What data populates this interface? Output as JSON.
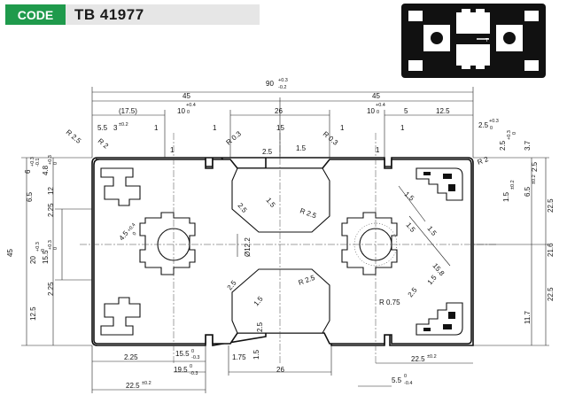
{
  "header": {
    "code_label": "CODE",
    "code_value": "TB 41977"
  },
  "dimensions": {
    "overall_width": "90",
    "overall_width_tol_upper": "+0.3",
    "overall_width_tol_lower": "-0.2",
    "half_width_left": "45",
    "half_width_right": "45",
    "height_total": "45",
    "ref_17_5": "(17.5)",
    "slot_width_left": "10",
    "slot_tol_left_upper": "+0.4",
    "slot_tol_left_lower": "0",
    "center_26_top": "26",
    "slot_width_right": "10",
    "slot_tol_right_upper": "+0.4",
    "slot_tol_right_lower": "0",
    "dim_5": "5",
    "dim_12_5_top": "12.5",
    "dim_5_5": "5.5",
    "dim_3": "3",
    "dim_3_tol": "±0.2",
    "dim_1_a": "1",
    "dim_1_b": "1",
    "dim_1_c": "1",
    "dim_1_d": "1",
    "dim_1_e": "1",
    "dim_1_f": "1",
    "dim_15_top": "15",
    "dim_1_5_top": "1.5",
    "dim_2_5_top": "2.5",
    "r_2_5_left": "R 2.5",
    "r_2": "R 2",
    "r_0_3_a": "R 0.3",
    "r_0_3_b": "R 0.3",
    "dim_2_5_right": "2.5",
    "dim_2_5_right_tol_upper": "+0.3",
    "dim_2_5_right_tol_lower": "0",
    "dim_2_5_v": "2.5",
    "dim_2_5_v_tol_upper": "+0.3",
    "dim_2_5_v_tol_lower": "0",
    "dim_3_7": "3.7",
    "dim_2_5_vr": "2.5",
    "r_2_right": "R 2",
    "dim_6": "6",
    "dim_6_tol_upper": "+0.3",
    "dim_6_tol_lower": "-0.1",
    "dim_4_8": "4.8",
    "dim_4_8_tol_upper": "+0.3",
    "dim_4_8_tol_lower": "0",
    "dim_6_5_left": "6.5",
    "dim_12_left": "12",
    "dim_2_25_a": "2.25",
    "dim_2_25_b": "2.25",
    "dim_20": "20",
    "dim_20_tol_upper": "+0.3",
    "dim_20_tol_lower": "0",
    "dim_15_5_v": "15.5",
    "dim_15_5_v_tol_upper": "+0.3",
    "dim_15_5_v_tol_lower": "0",
    "dim_12_5_left": "12.5",
    "dim_4_5": "4.5",
    "dim_4_5_tol_upper": "+0.4",
    "dim_4_5_tol_lower": "0",
    "dim_2_5_diag_a": "2.5",
    "dim_1_5_diag_a": "1.5",
    "r_2_5_mid": "R 2.5",
    "dim_1_5_s": "1.5",
    "dim_1_5_r": "1.5",
    "dim_1_5_r_tol": "±0.2",
    "dim_6_5_right": "6.5",
    "dim_6_5_right_tol": "±0.2",
    "dim_1_5_diag_b": "1.5",
    "dim_1_5_diag_c": "1.5",
    "dim_1_5_diag_d": "1.5",
    "dim_22_5_a": "22.5",
    "dim_21_6": "21.6",
    "dim_22_5_b": "22.5",
    "dim_11_7": "11.7",
    "dia_12_2": "Ø12.2",
    "dim_2_5_d": "2.5",
    "dim_15_8": "15.8",
    "dim_2_5_e": "2.5",
    "r_2_5_low": "R 2.5",
    "dim_1_5_low": "1.5",
    "r_0_75": "R 0.75",
    "dim_2_5_low_diag": "2.5",
    "dim_2_25_bottom": "2.25",
    "dim_15_5_bottom": "15.5",
    "dim_15_5_tol_upper": "0",
    "dim_15_5_tol_lower": "-0.3",
    "dim_1_75": "1.75",
    "dim_1_5_bottom": "1.5",
    "dim_19_5": "19.5",
    "dim_19_5_tol_upper": "0",
    "dim_19_5_tol_lower": "-0.3",
    "center_26_bottom": "26",
    "dim_22_5_bottom_right": "22.5",
    "dim_22_5_bottom_right_tol": "±0.2",
    "dim_22_5_bottom_left": "22.5",
    "dim_22_5_bottom_left_tol": "±0.2",
    "dim_5_5_bottom": "5.5",
    "dim_5_5_bottom_tol_upper": "0",
    "dim_5_5_bottom_tol_lower": "-0.4"
  }
}
